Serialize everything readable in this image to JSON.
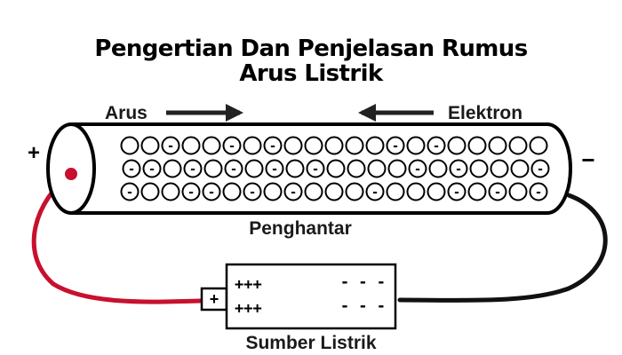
{
  "title": {
    "line1": "Pengertian Dan Penjelasan Rumus",
    "line2": "Arus Listrik"
  },
  "labels": {
    "current": "Arus",
    "electron": "Elektron",
    "conductor": "Penghantar",
    "source": "Sumber Listrik"
  },
  "terminals": {
    "positive": "+",
    "negative": "−",
    "source_positive": "+"
  },
  "source_charges": {
    "positive_row": "+++",
    "negative_row": "- - -"
  },
  "particles": {
    "rows": 3,
    "electron_symbol": "-"
  },
  "colors": {
    "positive_wire": "#c8102e",
    "negative_wire": "#111111",
    "stroke": "#000000",
    "background": "#ffffff"
  },
  "icons": {
    "current_arrow": "arrow-right-icon",
    "electron_arrow": "arrow-left-icon"
  }
}
